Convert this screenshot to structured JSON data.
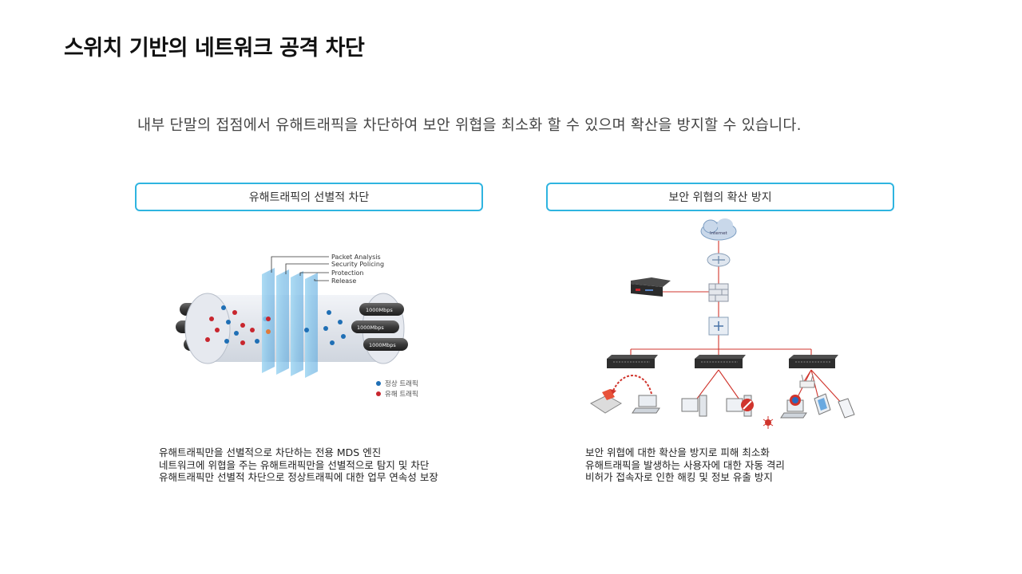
{
  "title": "스위치 기반의 네트워크 공격 차단",
  "intro": "내부 단말의 접점에서 유해트래픽을 차단하여 보안 위협을 최소화 할 수 있으며 확산을 방지할 수 있습니다.",
  "left": {
    "box_label": "유해트래픽의 선별적 차단",
    "figure": {
      "labels": [
        "Packet Analysis",
        "Security Policing",
        "Protection",
        "Release"
      ],
      "speeds": [
        "1000Mbps",
        "1000Mbps",
        "1000Mbps"
      ],
      "legend": [
        "정상 트래픽",
        "유해 트래픽"
      ],
      "colors": {
        "normal": "#1f6fb5",
        "harmful": "#c8262e"
      }
    },
    "bullets": [
      "유해트래픽만을 선별적으로 차단하는 전용 MDS 엔진",
      "네트워크에 위협을 주는 유해트래픽만을 선별적으로 탐지 및 차단",
      "유해트래픽만 선별적 차단으로 정상트래픽에 대한 업무 연속성 보장"
    ]
  },
  "right": {
    "box_label": "보안 위협의 확산 방지",
    "figure": {
      "cloud_label": "Internet"
    },
    "bullets": [
      "보안 위협에 대한 확산을 방지로 피해 최소화",
      "유해트래픽을 발생하는 사용자에 대한 자동 격리",
      "비허가 접속자로 인한 해킹 및 정보 유출 방지"
    ]
  },
  "accent": "#2fb4e0"
}
